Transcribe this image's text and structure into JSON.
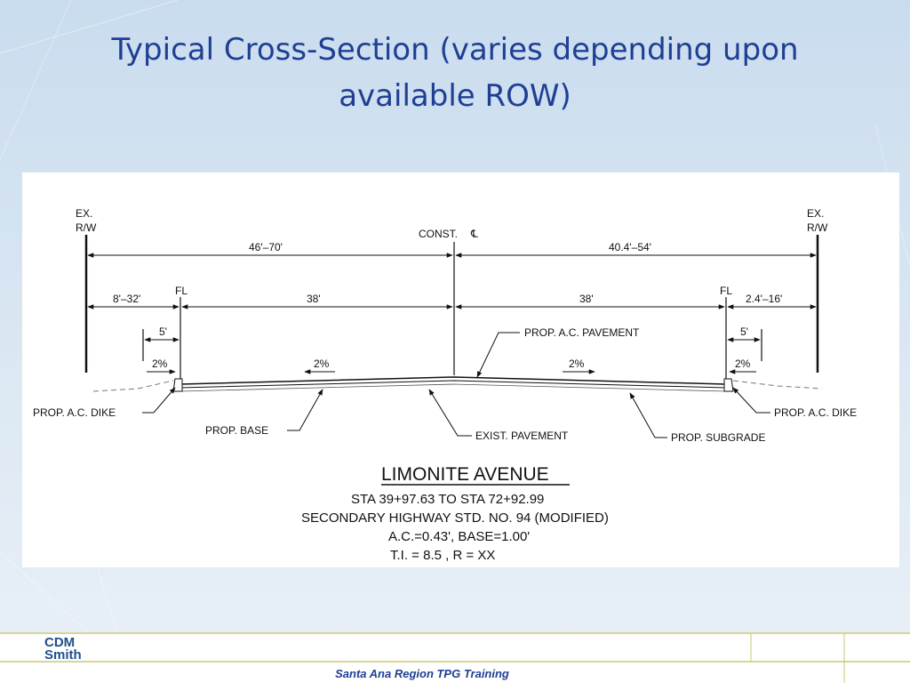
{
  "slide": {
    "title_line1": "Typical Cross-Section (varies depending upon",
    "title_line2": "available ROW)",
    "footer_text": "Santa Ana Region TPG Training",
    "logo_line1": "CDM",
    "logo_line2": "Smith",
    "colors": {
      "title": "#1f3f94",
      "footer_rule": "#c8c870",
      "logo": "#1f4e8c"
    }
  },
  "diagram": {
    "left_rw_1": "EX.",
    "left_rw_2": "R/W",
    "right_rw_1": "EX.",
    "right_rw_2": "R/W",
    "centerline_label": "CONST.",
    "centerline_symbol": "℄",
    "dim_left_total": "46'–70'",
    "dim_right_total": "40.4'–54'",
    "dim_left_shoulder": "8'–32'",
    "dim_left_lane": "38'",
    "dim_right_lane": "38'",
    "dim_right_shoulder": "2.4'–16'",
    "fl_left": "FL",
    "fl_right": "FL",
    "dim_5_left": "5'",
    "dim_5_right": "5'",
    "slope_far_left": "2%",
    "slope_left": "2%",
    "slope_right": "2%",
    "slope_far_right": "2%",
    "label_prop_ac_pavement": "PROP. A.C. PAVEMENT",
    "label_prop_ac_dike_left": "PROP. A.C. DIKE",
    "label_prop_ac_dike_right": "PROP. A.C. DIKE",
    "label_prop_base": "PROP. BASE",
    "label_exist_pavement": "EXIST. PAVEMENT",
    "label_prop_subgrade": "PROP. SUBGRADE",
    "caption_title": "LIMONITE AVENUE",
    "caption_line2": "STA 39+97.63 TO STA 72+92.99",
    "caption_line3": "SECONDARY HIGHWAY STD. NO. 94 (MODIFIED)",
    "caption_line4": "A.C.=0.43',  BASE=1.00'",
    "caption_line5": "T.I. = 8.5   , R = XX"
  }
}
